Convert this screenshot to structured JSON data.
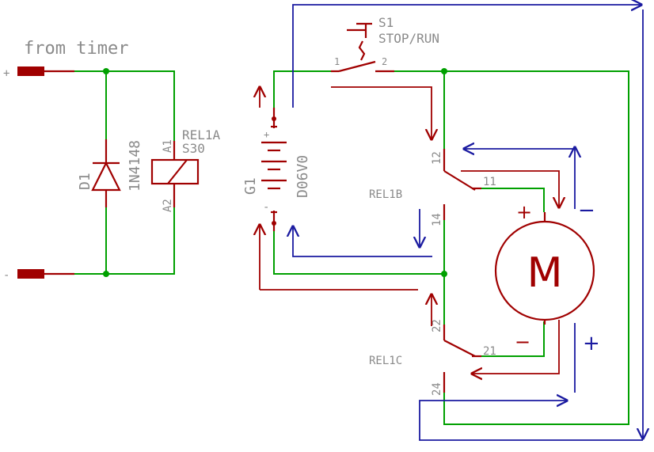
{
  "labels": {
    "from_timer": "from timer",
    "plus": "+",
    "minus": "-",
    "d1": "D1",
    "d1_value": "1N4148",
    "rel1a": "REL1A",
    "rel1a_value": "S30",
    "a1": "A1",
    "a2": "A2",
    "s1": "S1",
    "s1_value": "STOP/RUN",
    "s1_pin1": "1",
    "s1_pin2": "2",
    "g1": "G1",
    "g1_value": "D06V0",
    "bat_plus": "+",
    "bat_minus": "-",
    "rel1b": "REL1B",
    "rel1c": "REL1C",
    "pin12": "12",
    "pin11": "11",
    "pin14": "14",
    "pin22": "22",
    "pin21": "21",
    "pin24": "24",
    "motor": "M",
    "motor_plus_red": "+",
    "motor_minus_red": "−",
    "blue_minus": "−",
    "blue_plus": "+"
  },
  "colors": {
    "wire": "#00a000",
    "component": "#a00000",
    "flow_blue": "#1a1aa0",
    "flow_red": "#a00000",
    "label": "#8a8a8a"
  }
}
